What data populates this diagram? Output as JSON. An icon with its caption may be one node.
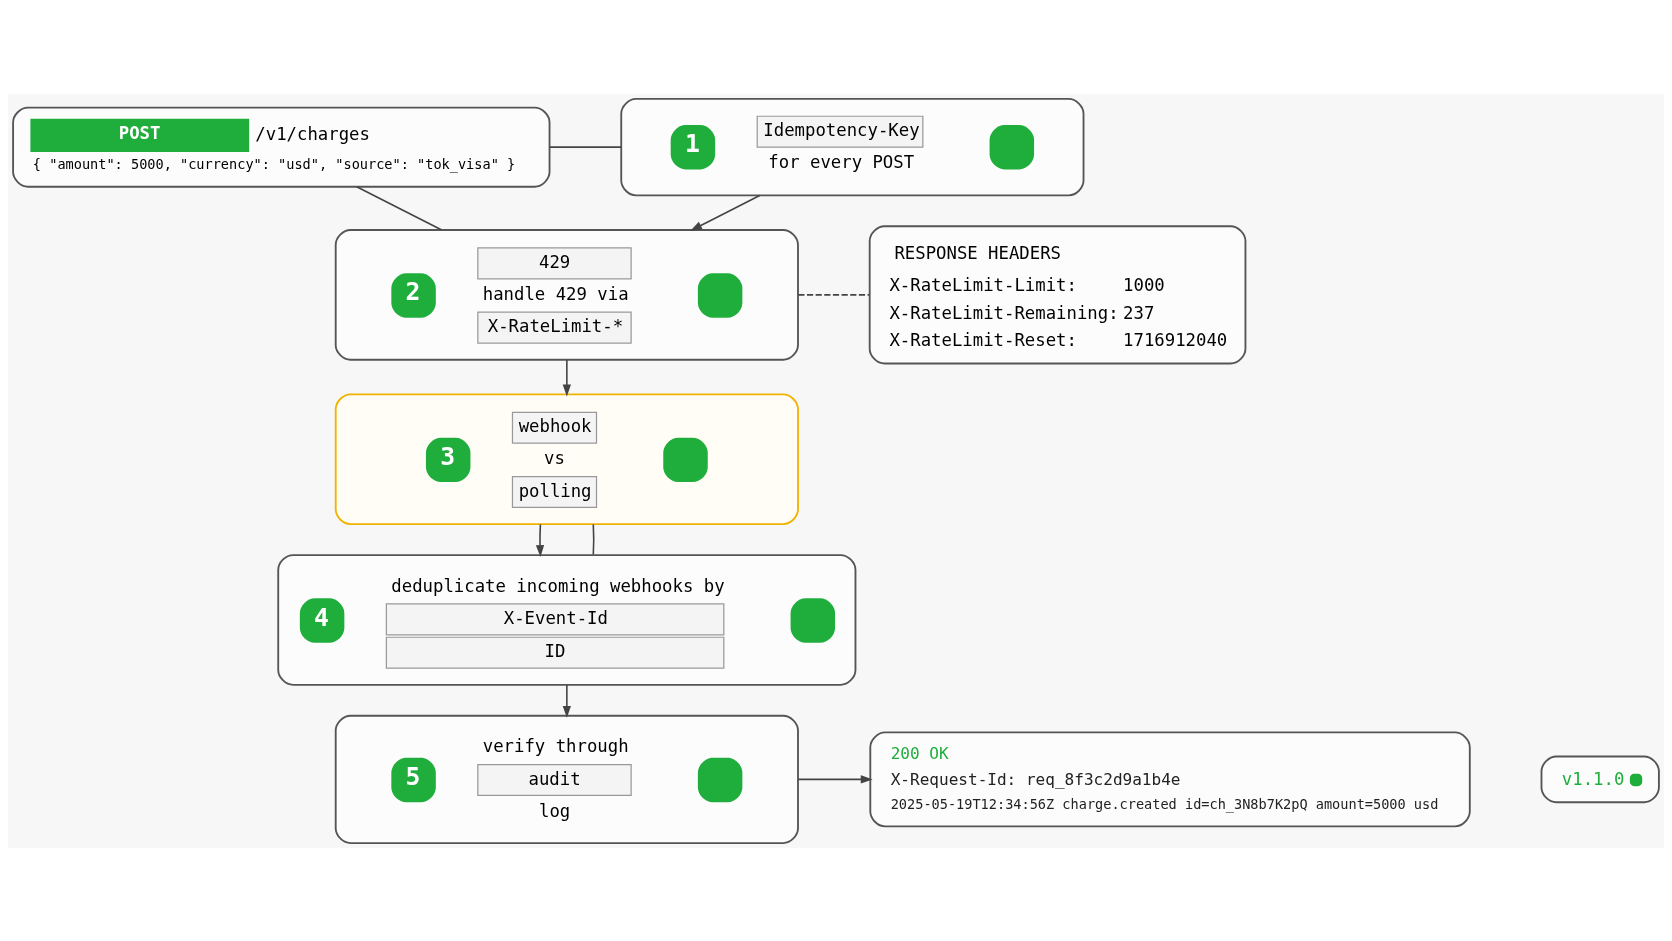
{
  "diagram": {
    "nodes": [
      {
        "text": [
          "POST",
          "/v1/charges",
          "{ \"amount\": 5000, \"currency\": \"usd\", \"source\": \"tok_visa\" }"
        ]
      },
      {
        "text": [
          "1",
          "Idempotency-Key",
          "for every POST"
        ]
      },
      {
        "text": [
          "2",
          "429",
          "handle 429 via",
          "X-RateLimit-*"
        ]
      },
      {
        "text": [
          "3",
          "webhook",
          "vs",
          "polling"
        ]
      },
      {
        "text": [
          "4",
          "deduplicate incoming webhooks by",
          "X-Event-Id",
          "ID"
        ]
      },
      {
        "text": [
          "5",
          "verify through",
          "audit",
          "log"
        ]
      },
      {
        "text": [
          "RESPONSE HEADERS",
          "X-RateLimit-Limit:",
          "1000",
          "X-RateLimit-Remaining:",
          "237",
          "X-RateLimit-Reset:",
          "1716912040"
        ]
      },
      {
        "text": [
          "200 OK",
          "X-Request-Id: req_8f3c2d9a1b4e",
          "2025-05-19T12:34:56Z charge.created id=ch_3N8b7K2pQ amount=5000 usd"
        ]
      },
      {
        "text": [
          "v1.1.0"
        ]
      }
    ],
    "edges": [
      {
        "from": 0,
        "to": 1,
        "arrow": "none"
      },
      {
        "from": 0,
        "to": 2,
        "arrow": "none"
      },
      {
        "from": 1,
        "to": 2,
        "arrow": "to"
      },
      {
        "from": 2,
        "to": 3,
        "arrow": "to"
      },
      {
        "from": 3,
        "to": 4,
        "arrow": "to"
      },
      {
        "from": 3,
        "to": 4,
        "arrow": "none"
      },
      {
        "from": 4,
        "to": 5,
        "arrow": "to"
      },
      {
        "from": 2,
        "to": 6,
        "arrow": "none",
        "style": "dashed"
      },
      {
        "from": 5,
        "to": 7,
        "arrow": "to"
      }
    ]
  }
}
